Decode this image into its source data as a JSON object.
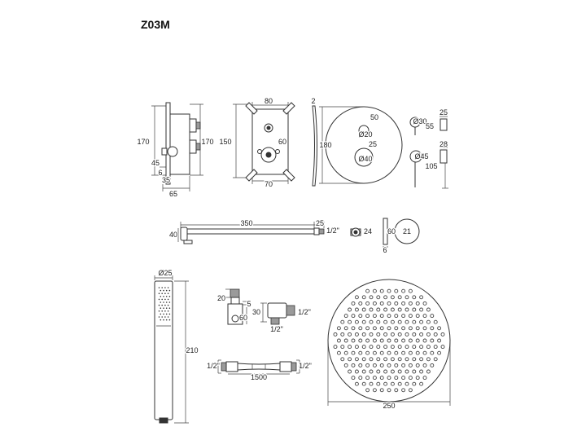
{
  "title": "Z03M",
  "valve_side": {
    "h_left": "170",
    "h_right": "170",
    "d45": "45",
    "d6": "6",
    "d35": "35",
    "d65": "65"
  },
  "valve_front": {
    "w_top": "80",
    "h": "150",
    "d60": "60",
    "w_bottom": "70"
  },
  "plate": {
    "thickness": "2",
    "diameter": "180",
    "d50": "50",
    "hole_small": "Ø20",
    "d25": "25",
    "hole_large": "Ø40"
  },
  "handles": {
    "small_dia": "Ø30",
    "small_len": "55",
    "small_w": "25",
    "large_w": "28",
    "large_dia": "Ø45",
    "large_len": "105"
  },
  "shower_arm": {
    "length": "350",
    "end": "25",
    "height": "40",
    "thread": "1/2\""
  },
  "flange_small": {
    "dia": "24"
  },
  "flange_wall": {
    "dia": "60",
    "inner": "21",
    "depth": "6"
  },
  "hand_shower": {
    "dia": "Ø25",
    "length": "210"
  },
  "holder": {
    "top": "20",
    "gap": "5",
    "height": "60"
  },
  "outlet": {
    "width": "30",
    "thread_out": "1/2\"",
    "thread_in": "1/2\""
  },
  "hose": {
    "left_thread": "1/2\"",
    "right_thread": "1/2\"",
    "length": "1500"
  },
  "rain_head": {
    "diameter": "250"
  }
}
